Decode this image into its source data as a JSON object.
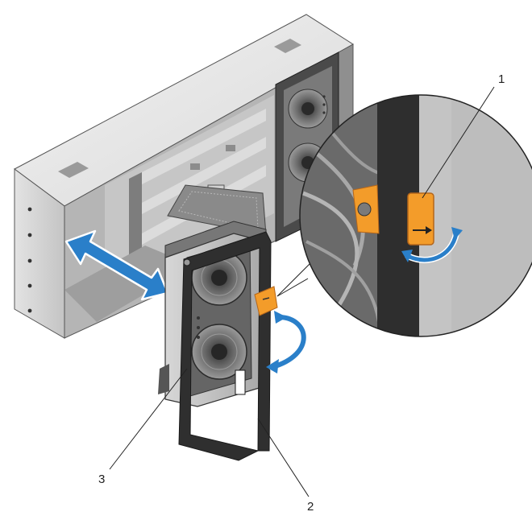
{
  "callouts": {
    "release_latch": "1",
    "handle": "2",
    "fan_module": "3"
  },
  "colors": {
    "chassis_top": "#e6e6e6",
    "chassis_front": "#cfcfcf",
    "chassis_side": "#b9b9b9",
    "dark_frame": "#3a3a3a",
    "latch_orange": "#f39c2a",
    "arrow_blue": "#2a7fc9",
    "fan_face": "#5b5b5b"
  },
  "icons": {
    "insertion_arrow": "double-headed-arrow-icon",
    "rotation_arrow": "curved-arrow-icon",
    "latch": "release-tab-icon",
    "fan": "fan-icon"
  }
}
